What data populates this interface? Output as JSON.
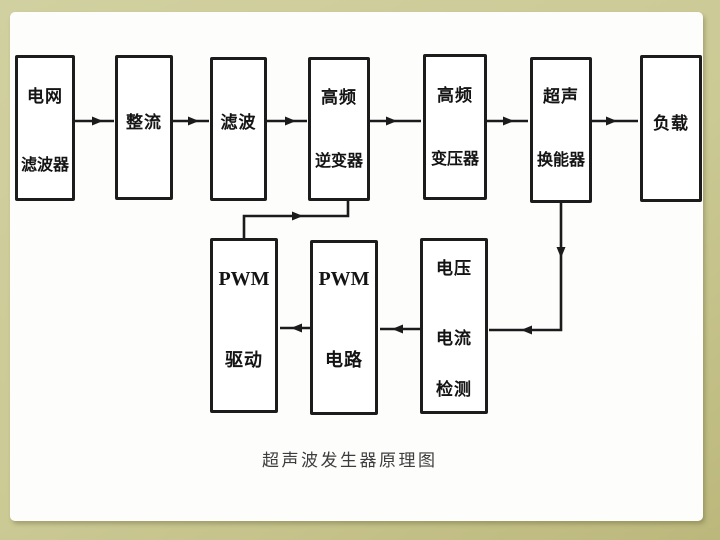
{
  "slide": {
    "caption": "超声波发生器原理图",
    "colors": {
      "background_top": "#d1d0a0",
      "background_bottom": "#bcb87c",
      "page": "#fdfdfc",
      "ink": "#1b1b1b"
    }
  },
  "diagram": {
    "top_row": [
      {
        "id": "mains-filter",
        "lines": [
          "电网",
          "滤波器"
        ]
      },
      {
        "id": "rectifier",
        "lines": [
          "整流"
        ]
      },
      {
        "id": "filter",
        "lines": [
          "滤波"
        ]
      },
      {
        "id": "hf-inverter",
        "lines": [
          "高频",
          "逆变器"
        ]
      },
      {
        "id": "hf-transformer",
        "lines": [
          "高频",
          "变压器"
        ]
      },
      {
        "id": "transducer",
        "lines": [
          "超声",
          "换能器"
        ]
      },
      {
        "id": "load",
        "lines": [
          "负载"
        ]
      }
    ],
    "bottom_row": [
      {
        "id": "pwm-drive",
        "lines": [
          "PWM",
          "驱动"
        ]
      },
      {
        "id": "pwm-circuit",
        "lines": [
          "PWM",
          "电路"
        ]
      },
      {
        "id": "vi-detection",
        "lines": [
          "电压",
          "电流",
          "检测"
        ]
      }
    ]
  }
}
